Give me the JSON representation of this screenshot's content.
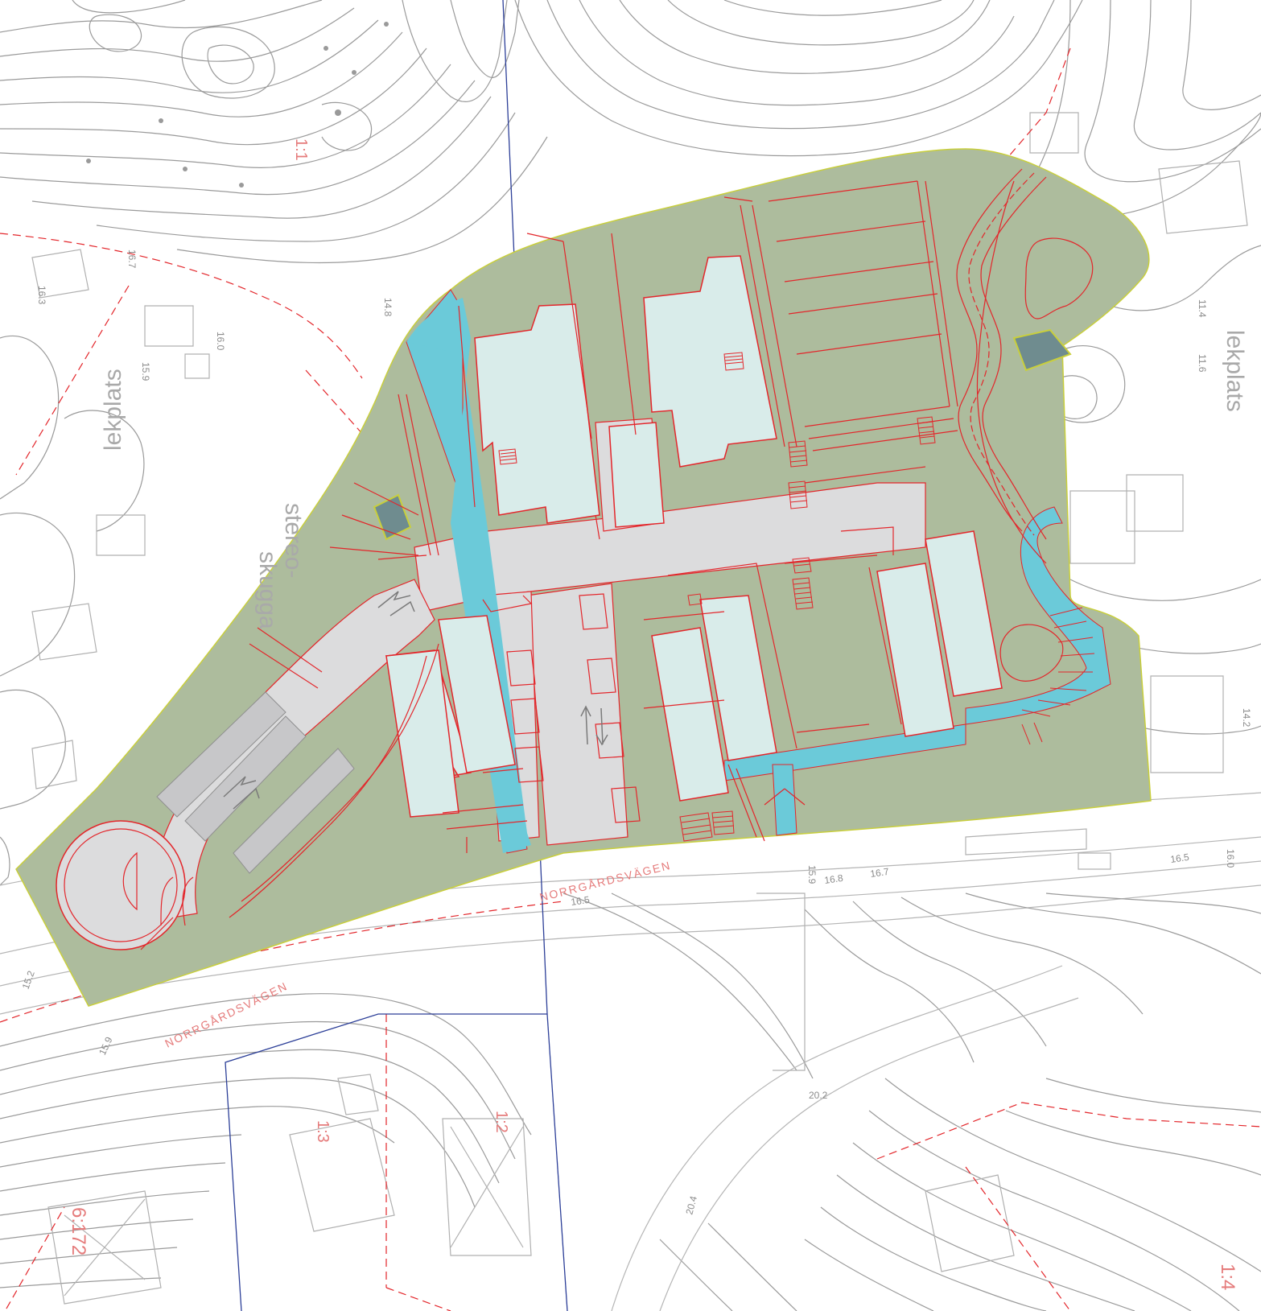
{
  "labels": {
    "lekplats_left": "lekplats",
    "lekplats_right": "lekplats",
    "stereo_1": "stereo-",
    "stereo_2": "skugga",
    "road_upper": "NORRGÅRDSVÄGEN",
    "road_lower": "NORRGÅRDSVÄGEN",
    "plot_1_1": "1:1",
    "plot_1_2": "1:2",
    "plot_1_3": "1:3",
    "plot_6_172": "6:172",
    "plot_1_4": "1:4"
  },
  "spot_heights": {
    "h1": "16.7",
    "h2": "15.9",
    "h3": "16.0",
    "h4": "14.8",
    "h5": "11.4",
    "h6": "11.6",
    "h7": "14.2",
    "h8": "16.0",
    "h9": "16.5",
    "h10": "16.7",
    "h11": "16.8",
    "h12": "15.9",
    "h13": "20.2",
    "h14": "20.4",
    "h15": "15.2",
    "h16": "15.9",
    "h17": "16.5",
    "h18": "16.3"
  },
  "colors": {
    "site_green": "#adbc9d",
    "building_fill": "#d9ecea",
    "plaza_gray": "#dcdcdd",
    "water_blue": "#6bcad9",
    "red_line": "#e3262b",
    "contour_gray": "#9a9a9a",
    "dark_roof": "#6f8c8f",
    "boundary_blue": "#2c3f98"
  }
}
